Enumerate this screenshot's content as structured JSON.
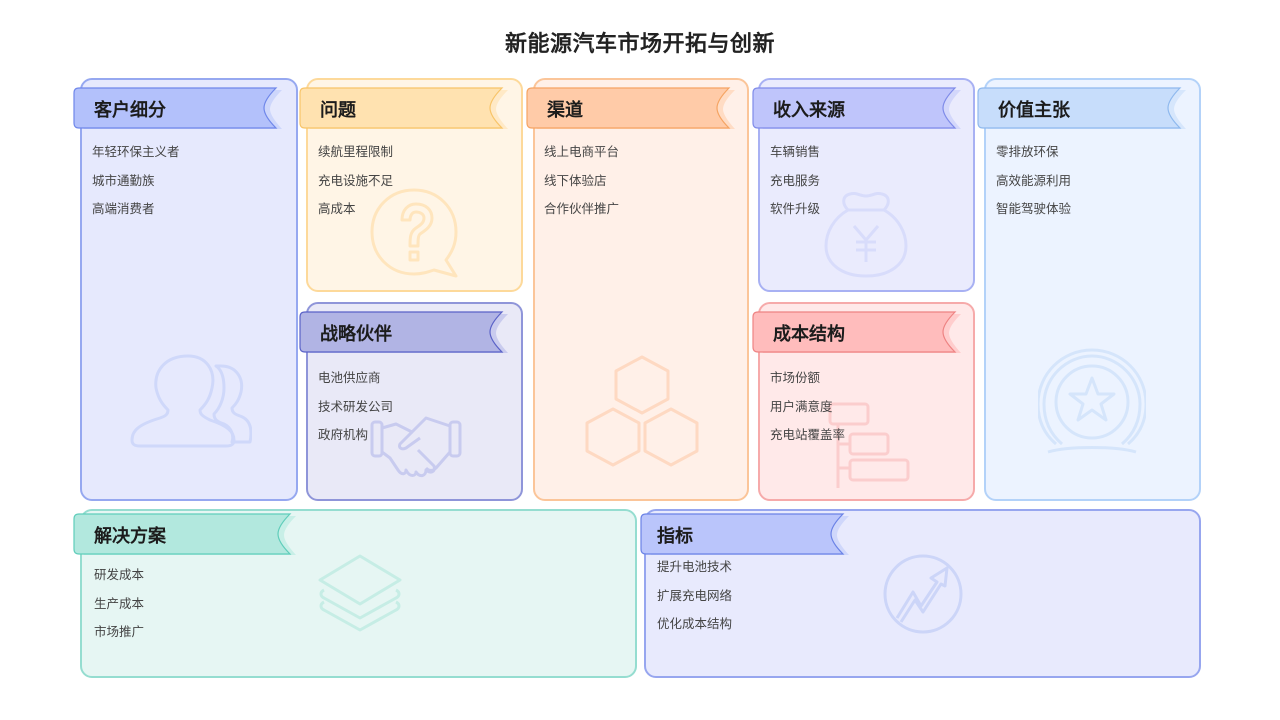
{
  "title": "新能源汽车市场开拓与创新",
  "colors": {
    "customer": {
      "fill": "#e6e9fd",
      "border": "#96a8f0",
      "banner": "#b3c1fb",
      "banner_border": "#6f87ea",
      "watermark": "#cfd8fa"
    },
    "problem": {
      "fill": "#fff5e6",
      "border": "#fdd99a",
      "banner": "#ffe2b0",
      "banner_border": "#f8c468",
      "watermark": "#ffe5bd"
    },
    "channels": {
      "fill": "#fff0e8",
      "border": "#fbc599",
      "banner": "#ffcba8",
      "banner_border": "#f5a463",
      "watermark": "#fed9c2"
    },
    "revenue": {
      "fill": "#eaebfd",
      "border": "#a8b1f3",
      "banner": "#bfc5fb",
      "banner_border": "#7f8be9",
      "watermark": "#d8dcfb"
    },
    "value": {
      "fill": "#ecf3ff",
      "border": "#b3d2f9",
      "banner": "#c7ddfb",
      "banner_border": "#8fb9ee",
      "watermark": "#d5e5fb"
    },
    "partners": {
      "fill": "#e9e9f7",
      "border": "#8f95d9",
      "banner": "#b1b4e4",
      "banner_border": "#5a62c7",
      "watermark": "#c8cbef"
    },
    "cost": {
      "fill": "#ffe9e9",
      "border": "#f6aaaa",
      "banner": "#ffbcbc",
      "banner_border": "#ee8383",
      "watermark": "#fbcdcd"
    },
    "solution": {
      "fill": "#e6f6f3",
      "border": "#95ddd0",
      "banner": "#b2e8de",
      "banner_border": "#5fcdba",
      "watermark": "#c6ede5"
    },
    "metrics": {
      "fill": "#e8eafd",
      "border": "#97a6ef",
      "banner": "#bac5fb",
      "banner_border": "#6a82e6",
      "watermark": "#ccd5f8"
    }
  },
  "sections": {
    "customer": {
      "label": "客户细分",
      "icon": "users-icon",
      "items": [
        "年轻环保主义者",
        "城市通勤族",
        "高端消费者"
      ]
    },
    "problem": {
      "label": "问题",
      "icon": "question-bubble-icon",
      "items": [
        "续航里程限制",
        "充电设施不足",
        "高成本"
      ]
    },
    "channels": {
      "label": "渠道",
      "icon": "hexagons-icon",
      "items": [
        "线上电商平台",
        "线下体验店",
        "合作伙伴推广"
      ]
    },
    "revenue": {
      "label": "收入来源",
      "icon": "money-bag-icon",
      "items": [
        "车辆销售",
        "充电服务",
        "软件升级"
      ]
    },
    "value": {
      "label": "价值主张",
      "icon": "star-medal-icon",
      "items": [
        "零排放环保",
        "高效能源利用",
        "智能驾驶体验"
      ]
    },
    "partners": {
      "label": "战略伙伴",
      "icon": "handshake-icon",
      "items": [
        "电池供应商",
        "技术研发公司",
        "政府机构"
      ]
    },
    "cost": {
      "label": "成本结构",
      "icon": "hierarchy-icon",
      "items": [
        "市场份额",
        "用户满意度",
        "充电站覆盖率"
      ]
    },
    "solution": {
      "label": "解决方案",
      "icon": "layers-icon",
      "items": [
        "研发成本",
        "生产成本",
        "市场推广"
      ]
    },
    "metrics": {
      "label": "指标",
      "icon": "trend-up-icon",
      "items": [
        "提升电池技术",
        "扩展充电网络",
        "优化成本结构"
      ]
    }
  }
}
